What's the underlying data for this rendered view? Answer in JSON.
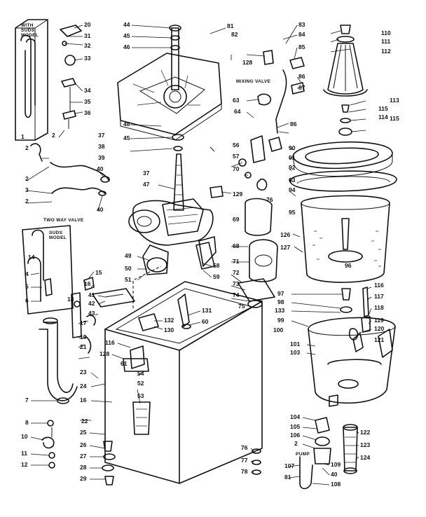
{
  "colors": {
    "ink": "#111111",
    "paper": "#ffffff"
  },
  "notes": {
    "model_top_l1": "WITH",
    "model_top_l2": "SUDS",
    "model_top_l3": "MODEL",
    "model_bottom_l1": "SUDS",
    "model_bottom_l2": "MODEL",
    "two_way_valve": "TWO WAY VALVE",
    "mixing_valve": "MIXING VALVE",
    "pump": "PUMP"
  },
  "callouts": [
    {
      "id": "c20",
      "label": "20"
    },
    {
      "id": "c31",
      "label": "31"
    },
    {
      "id": "c32",
      "label": "32"
    },
    {
      "id": "c33",
      "label": "33"
    },
    {
      "id": "c34",
      "label": "34"
    },
    {
      "id": "c35",
      "label": "35"
    },
    {
      "id": "c36",
      "label": "36"
    },
    {
      "id": "c37a",
      "label": "37"
    },
    {
      "id": "c38",
      "label": "38"
    },
    {
      "id": "c39",
      "label": "39"
    },
    {
      "id": "c37b",
      "label": "37"
    },
    {
      "id": "c44",
      "label": "44"
    },
    {
      "id": "c45",
      "label": "45"
    },
    {
      "id": "c46",
      "label": "46"
    },
    {
      "id": "c48",
      "label": "48"
    },
    {
      "id": "c45b",
      "label": "45"
    },
    {
      "id": "c81",
      "label": "81"
    },
    {
      "id": "c82",
      "label": "82"
    },
    {
      "id": "c83a",
      "label": "83"
    },
    {
      "id": "c84a",
      "label": "84"
    },
    {
      "id": "c85a",
      "label": "85"
    },
    {
      "id": "c86a",
      "label": "86"
    },
    {
      "id": "c87a",
      "label": "87"
    },
    {
      "id": "c128a",
      "label": "128"
    },
    {
      "id": "c63",
      "label": "63"
    },
    {
      "id": "c64",
      "label": "64"
    },
    {
      "id": "c110",
      "label": "110"
    },
    {
      "id": "c111",
      "label": "111"
    },
    {
      "id": "c112",
      "label": "112"
    },
    {
      "id": "c113",
      "label": "113"
    },
    {
      "id": "c115a",
      "label": "115"
    },
    {
      "id": "c114",
      "label": "114"
    },
    {
      "id": "c115b",
      "label": "115"
    },
    {
      "id": "c90",
      "label": "90"
    },
    {
      "id": "c91",
      "label": "91"
    },
    {
      "id": "c92",
      "label": "92"
    },
    {
      "id": "c93",
      "label": "93"
    },
    {
      "id": "c94",
      "label": "94"
    },
    {
      "id": "c95",
      "label": "95"
    },
    {
      "id": "c86b",
      "label": "86"
    },
    {
      "id": "c1a",
      "label": "1"
    },
    {
      "id": "c2a",
      "label": "2"
    },
    {
      "id": "c2b",
      "label": "2"
    },
    {
      "id": "c2c",
      "label": "2"
    },
    {
      "id": "c3",
      "label": "3"
    },
    {
      "id": "c2d",
      "label": "2"
    },
    {
      "id": "c40a",
      "label": "40"
    },
    {
      "id": "c40b",
      "label": "40"
    },
    {
      "id": "c47",
      "label": "47"
    },
    {
      "id": "c129",
      "label": "129"
    },
    {
      "id": "c56",
      "label": "56"
    },
    {
      "id": "c57",
      "label": "57"
    },
    {
      "id": "c70",
      "label": "70"
    },
    {
      "id": "c69",
      "label": "69"
    },
    {
      "id": "c68",
      "label": "68"
    },
    {
      "id": "c71",
      "label": "71"
    },
    {
      "id": "c72",
      "label": "72"
    },
    {
      "id": "c73",
      "label": "73"
    },
    {
      "id": "c74",
      "label": "74"
    },
    {
      "id": "c75",
      "label": "75"
    },
    {
      "id": "c76",
      "label": "76"
    },
    {
      "id": "c126",
      "label": "126"
    },
    {
      "id": "c127",
      "label": "127"
    },
    {
      "id": "c96",
      "label": "96"
    },
    {
      "id": "c49",
      "label": "49"
    },
    {
      "id": "c50",
      "label": "50"
    },
    {
      "id": "c51",
      "label": "51"
    },
    {
      "id": "c58",
      "label": "58"
    },
    {
      "id": "c59",
      "label": "59"
    },
    {
      "id": "c15",
      "label": "15"
    },
    {
      "id": "c16a",
      "label": "16"
    },
    {
      "id": "c41",
      "label": "41"
    },
    {
      "id": "c42",
      "label": "42"
    },
    {
      "id": "c43",
      "label": "43"
    },
    {
      "id": "c17",
      "label": "17"
    },
    {
      "id": "c18",
      "label": "18"
    },
    {
      "id": "c14",
      "label": "14"
    },
    {
      "id": "c4",
      "label": "4"
    },
    {
      "id": "c5",
      "label": "5"
    },
    {
      "id": "c6",
      "label": "6"
    },
    {
      "id": "c7",
      "label": "7"
    },
    {
      "id": "c8",
      "label": "8"
    },
    {
      "id": "c10",
      "label": "10"
    },
    {
      "id": "c11",
      "label": "11"
    },
    {
      "id": "c12",
      "label": "12"
    },
    {
      "id": "c19",
      "label": "19"
    },
    {
      "id": "c21",
      "label": "21"
    },
    {
      "id": "c22",
      "label": "22"
    },
    {
      "id": "c23",
      "label": "23"
    },
    {
      "id": "c24",
      "label": "24"
    },
    {
      "id": "c25",
      "label": "25"
    },
    {
      "id": "c26",
      "label": "26"
    },
    {
      "id": "c27",
      "label": "27"
    },
    {
      "id": "c28",
      "label": "28"
    },
    {
      "id": "c29",
      "label": "29"
    },
    {
      "id": "c16b",
      "label": "16"
    },
    {
      "id": "c128b",
      "label": "128"
    },
    {
      "id": "c116",
      "label": "116"
    },
    {
      "id": "c131",
      "label": "131"
    },
    {
      "id": "c132",
      "label": "132"
    },
    {
      "id": "c130",
      "label": "130"
    },
    {
      "id": "c52",
      "label": "52"
    },
    {
      "id": "c53",
      "label": "53"
    },
    {
      "id": "c54",
      "label": "54"
    },
    {
      "id": "c60",
      "label": "60"
    },
    {
      "id": "c61",
      "label": "61"
    },
    {
      "id": "c97",
      "label": "97"
    },
    {
      "id": "c98",
      "label": "98"
    },
    {
      "id": "c133",
      "label": "133"
    },
    {
      "id": "c99",
      "label": "99"
    },
    {
      "id": "c100",
      "label": "100"
    },
    {
      "id": "c101",
      "label": "101"
    },
    {
      "id": "c103",
      "label": "103"
    },
    {
      "id": "c116b",
      "label": "116"
    },
    {
      "id": "c117",
      "label": "117"
    },
    {
      "id": "c118",
      "label": "118"
    },
    {
      "id": "c119",
      "label": "119"
    },
    {
      "id": "c120",
      "label": "120"
    },
    {
      "id": "c121",
      "label": "121"
    },
    {
      "id": "c104",
      "label": "104"
    },
    {
      "id": "c105",
      "label": "105"
    },
    {
      "id": "c106",
      "label": "106"
    },
    {
      "id": "c2e",
      "label": "2"
    },
    {
      "id": "c107",
      "label": "107"
    },
    {
      "id": "c81b",
      "label": "81"
    },
    {
      "id": "c109",
      "label": "109"
    },
    {
      "id": "c40c",
      "label": "40"
    },
    {
      "id": "c108",
      "label": "108"
    },
    {
      "id": "c122",
      "label": "122"
    },
    {
      "id": "c123",
      "label": "123"
    },
    {
      "id": "c124",
      "label": "124"
    },
    {
      "id": "c76b",
      "label": "76"
    },
    {
      "id": "c77",
      "label": "77"
    },
    {
      "id": "c78",
      "label": "78"
    }
  ]
}
